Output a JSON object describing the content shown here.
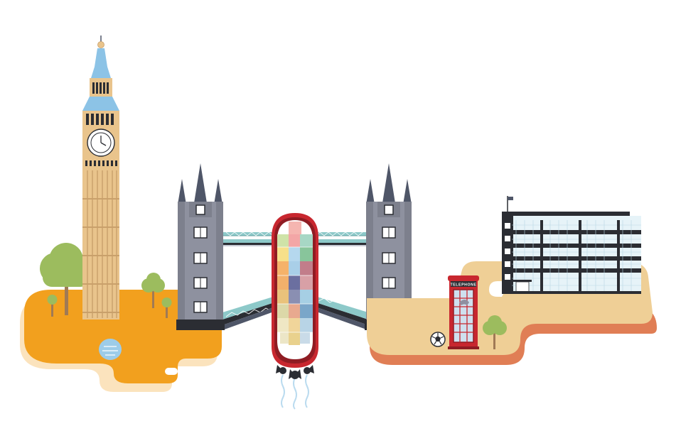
{
  "scene": {
    "landmarks": [
      "big-ben",
      "tower-bridge",
      "telephone-box",
      "office-building"
    ],
    "telephone_box": {
      "sign": "TELEPHONE"
    },
    "colors": {
      "left_island": "#f2a01e",
      "left_island_shadow": "#fbe3bd",
      "right_island": "#efcf96",
      "right_island_shadow": "#e07e55",
      "tower_stone": "#e9c48c",
      "tower_roof": "#8cc3e6",
      "bridge_tower": "#8e919f",
      "bridge_spire": "#4f5668",
      "walkway": "#8dc9c9",
      "ship_hull": "#c8272f",
      "phone_box": "#c8272f",
      "tree_foliage": "#9cbc5e",
      "tree_trunk": "#a07a55",
      "water": "#9dcce8"
    }
  }
}
